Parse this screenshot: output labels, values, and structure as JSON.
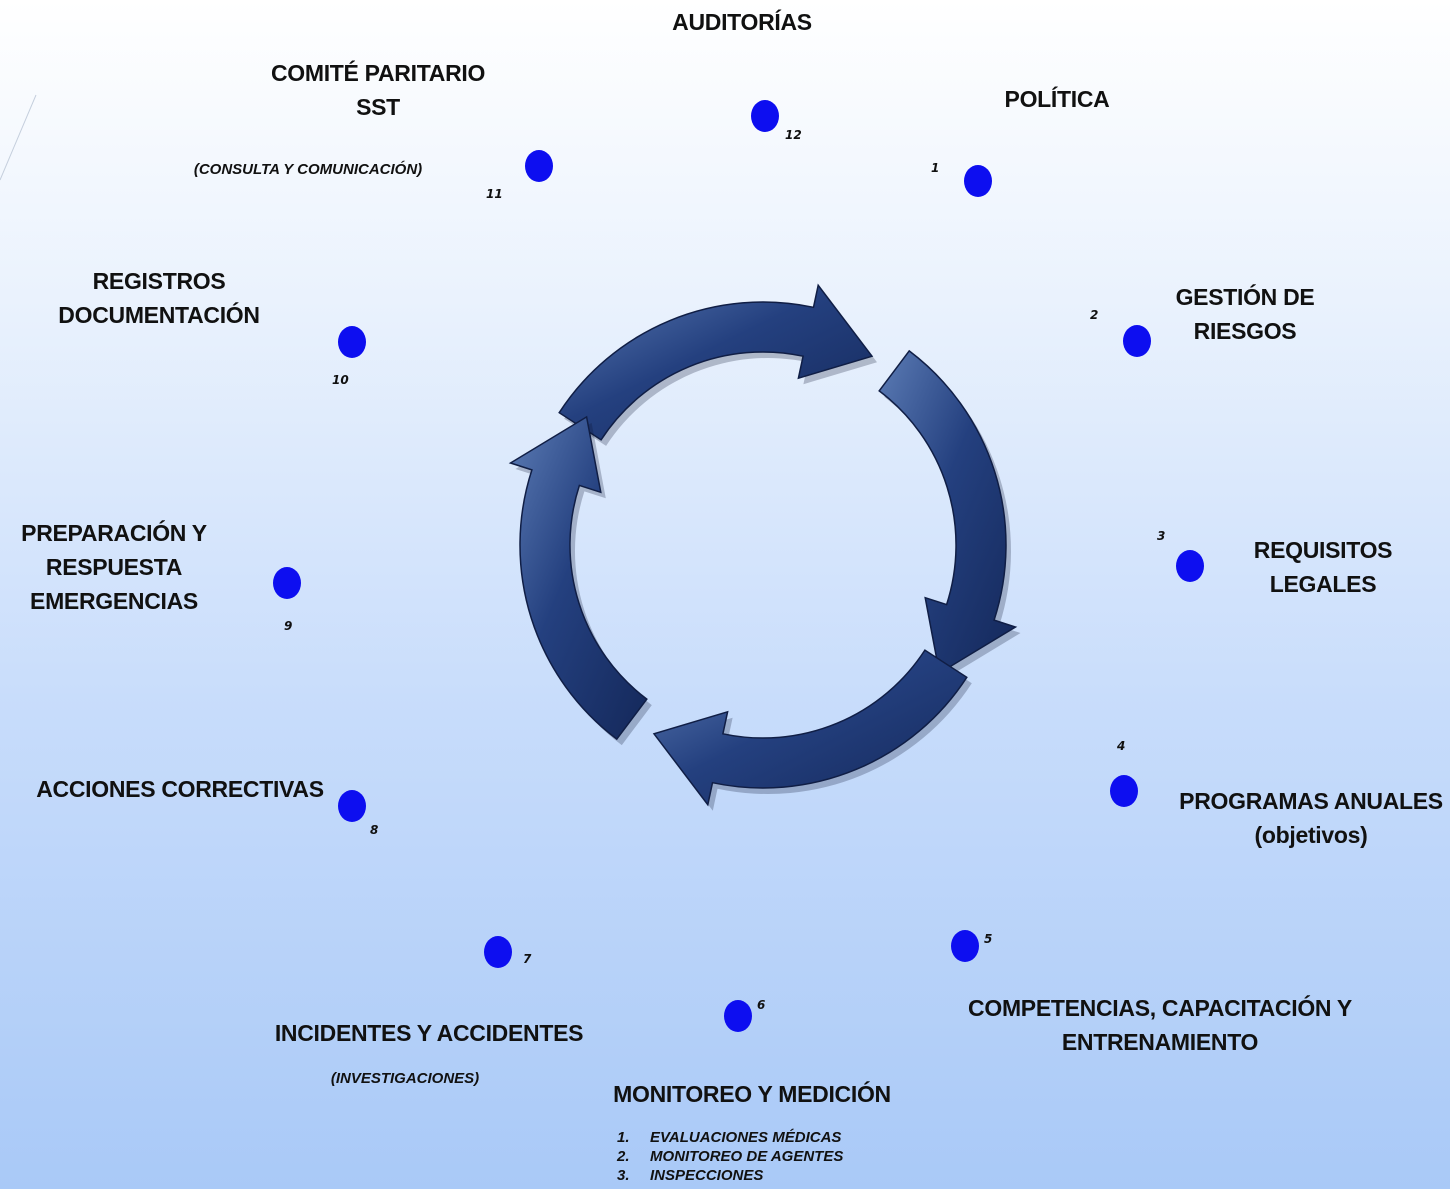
{
  "nodes": [
    {
      "num": "1",
      "title": "POLÍTICA"
    },
    {
      "num": "2",
      "title": "GESTIÓN DE\nRIESGOS"
    },
    {
      "num": "3",
      "title": "REQUISITOS\nLEGALES"
    },
    {
      "num": "4",
      "title": "PROGRAMAS ANUALES\n(objetivos)"
    },
    {
      "num": "5",
      "title": "COMPETENCIAS, CAPACITACIÓN Y\nENTRENAMIENTO"
    },
    {
      "num": "6",
      "title": "MONITOREO Y MEDICIÓN"
    },
    {
      "num": "7",
      "title": "INCIDENTES Y ACCIDENTES",
      "subtitle": "(INVESTIGACIONES)"
    },
    {
      "num": "8",
      "title": "ACCIONES CORRECTIVAS"
    },
    {
      "num": "9",
      "title": "PREPARACIÓN Y\nRESPUESTA\nEMERGENCIAS"
    },
    {
      "num": "10",
      "title": "REGISTROS\nDOCUMENTACIÓN"
    },
    {
      "num": "11",
      "title": "COMITÉ PARITARIO\nSST",
      "subtitle": "(CONSULTA Y COMUNICACIÓN)"
    },
    {
      "num": "12",
      "title": "AUDITORÍAS"
    }
  ],
  "monitoring_list": [
    {
      "n": "1.",
      "text": "EVALUACIONES MÉDICAS"
    },
    {
      "n": "2.",
      "text": "MONITOREO DE AGENTES"
    },
    {
      "n": "3.",
      "text": "INSPECCIONES"
    }
  ],
  "colors": {
    "dot": "#0d0ef0",
    "arrow": "#1f3a78",
    "arrow_highlight": "#6f8fc4"
  }
}
